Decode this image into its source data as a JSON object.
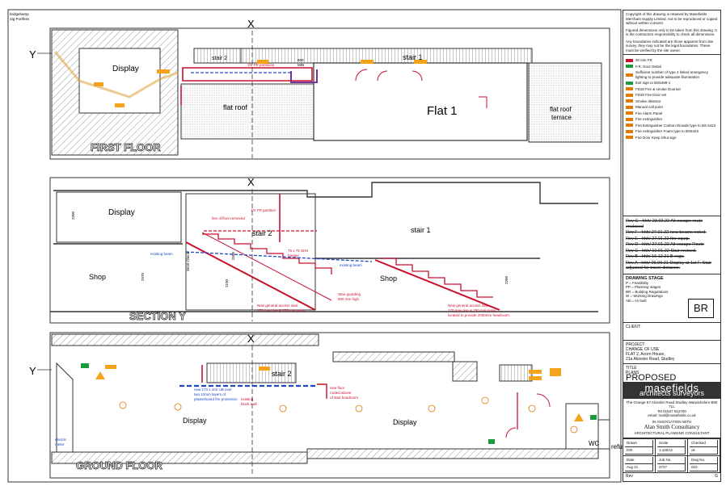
{
  "sheet": {
    "corner_note": [
      "bridgehamp",
      "1tg Portfires"
    ],
    "grid_marker_x": "X",
    "grid_marker_y": "Y"
  },
  "first_floor": {
    "title": "FIRST FLOOR",
    "rooms": {
      "display": "Display",
      "flat_roof": "flat roof",
      "flat1": "Flat 1",
      "flat_roof_terrace": [
        "flat roof",
        "terrace"
      ]
    },
    "stair2": "stair 2",
    "stair1": "stair 1",
    "partition_note": "1hr FR partitions",
    "dim_a": "900",
    "dim_b": "MIN"
  },
  "section_y": {
    "title": "SECTION Y",
    "rooms": {
      "display": "Display",
      "shop_left": "Shop",
      "shop_right": "Shop",
      "stair1": "stair 1",
      "stair2": "stair 2"
    },
    "notes": {
      "existing_beam_left": "existing beam",
      "existing_beam_right": "existing beam",
      "fr_partition": "1hr FR partition",
      "line_floor_removed": "line of floor removed",
      "stair_guarding": [
        "Stair guarding",
        "900 mm high"
      ],
      "rsj": [
        "75 x 75 SHS",
        "hanger"
      ],
      "new_stair_left": [
        "New general access stair",
        "170 max rise & 250 min going"
      ],
      "new_stair_right": [
        "New general access stair",
        "170 max rise & 250 min going,",
        "located to provide 2000mm headroom."
      ]
    },
    "dims": [
      "2200",
      "2970",
      "3618 Check",
      "2100",
      "2500",
      "2200"
    ]
  },
  "ground_floor": {
    "title": "GROUND FLOOR",
    "rooms": {
      "display_left": "Display",
      "display_right": "Display",
      "wc": "WC",
      "refuse": "refu"
    },
    "stair2": "stair 2",
    "notes": {
      "plasterboard": [
        "new 170 x 102 UB over",
        "two 12mm layers of",
        "plasterboard fire protection"
      ],
      "existing_wall": [
        "existing",
        "block wall"
      ],
      "fire_door": [
        "new floor",
        "routed above",
        "of stair headroom"
      ],
      "electric": [
        "electric",
        "meter"
      ]
    }
  },
  "panel": {
    "copyright": "Copyright of this drawing is retained by Masefields Merchant Supply Limited, not to be reproduced or copied without written consent.",
    "dimensions": "Figured dimensions only to be taken from this drawing. It is the contractors responsibility to check all dimensions.",
    "boundaries": "Any boundaries indicated are those apparent from site survey, they may not be the legal boundaries. These must be verified by the site owner.",
    "key": [
      {
        "label": "30 min FR",
        "color": "#c8102e"
      },
      {
        "label": "F.R. Door Detail",
        "color": "#1a9a3a"
      },
      {
        "label": "Sufficient number of type 4 linked emergency lighting to provide adequate illumination",
        "color": "#e07a00"
      },
      {
        "label": "Exit sign to BS5499-1",
        "color": "#1a9a3a"
      },
      {
        "label": "FD30 Fire & smoke Doorset",
        "color": "#e07a00"
      },
      {
        "label": "FD30 Fire Door set",
        "color": "#e07a00"
      },
      {
        "label": "Smoke detector",
        "color": "#e07a00"
      },
      {
        "label": "Manual call point",
        "color": "#e07a00"
      },
      {
        "label": "Fire Alarm Panel",
        "color": "#e07a00"
      },
      {
        "label": "Fire extinguisher",
        "color": "#e07a00"
      },
      {
        "label": "Fire Extinguisher Carbon Dioxide type to BS 5423",
        "color": "#e07a00"
      },
      {
        "label": "Fire extinguisher Foam type to BS5423",
        "color": "#e07a00"
      },
      {
        "label": "Fire Door Keep Shut sign",
        "color": "#e07a00"
      }
    ],
    "revisions": [
      "Rev G - hhh/ 23.02.22 Alt escape route enclosed",
      "Rev F - hhh/ 27.01.22 new beams noted.",
      "Rev E - hhh/ 27.01.22 fire equip.",
      "Rev D - hhh/ 27.01.22 Alt escape Route",
      "Rev C - hhh/ 10.01.22 Stair revised.",
      "Rev B - hhh/ 16.12.21 B regs.",
      "Rev A - hhh/ 09.09.21 Display at 1st F. Stair adjusted for travel distance."
    ],
    "drawing_stage_title": "DRAWING STAGE",
    "stages": [
      "P = Feasibility",
      "PP = Planning stages",
      "BR = Building Regulations",
      "W = Working Drawings",
      "AB = As built"
    ],
    "stage_code": "BR",
    "client_label": "CLIENT:",
    "project_label": "PROJECT:",
    "project_lines": [
      "CHANGE OF USE",
      "FLAT 2, Acorn House,",
      "21a Alcester Road, Studley"
    ],
    "title_label": "TITLE",
    "title_sub": "PLANS",
    "title_value": "PROPOSED",
    "brand_name": "masefields",
    "brand_tag": "architects  surveyors",
    "brand_address": "The Grange 67 Alcester Road Studley Warwickshire B80 7LL",
    "brand_tel": "Tel 01527 912700",
    "brand_email": "email: mail@masefields.co.uk",
    "association": "IN ASSOCIATION WITH",
    "partner": "Alan Smith Consultancy",
    "partner_sub": "ARCHITECTURAL PLANNING CONSULTANT",
    "tb": [
      {
        "k": "Drawn",
        "v": "hhh"
      },
      {
        "k": "Scale",
        "v": "1:100A3"
      },
      {
        "k": "Checked",
        "v": "ok"
      },
      {
        "k": "Date",
        "v": "Aug 21"
      },
      {
        "k": "Job No.",
        "v": "3727"
      },
      {
        "k": "Dwg No.",
        "v": "010"
      }
    ],
    "rev_label": "Rev",
    "rev_value": "G"
  }
}
